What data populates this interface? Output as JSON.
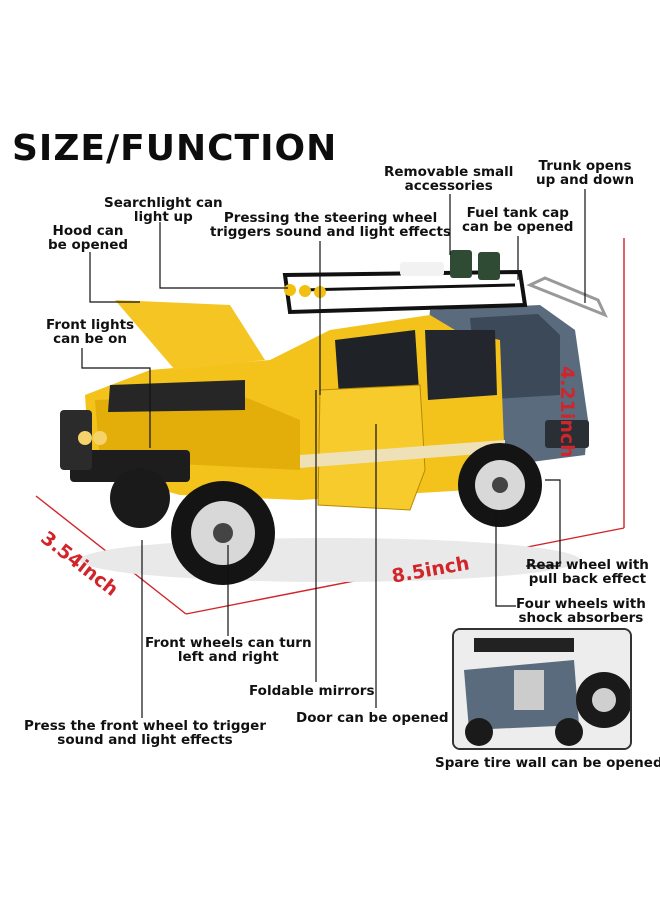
{
  "title": "SIZE/FUNCTION",
  "labels": {
    "searchlight": [
      "Searchlight can",
      "light up"
    ],
    "hood": [
      "Hood can",
      "be opened"
    ],
    "steering": [
      "Pressing the steering wheel",
      "triggers sound and light effects"
    ],
    "removable": [
      "Removable small",
      "accessories"
    ],
    "trunk": [
      "Trunk opens",
      "up and down"
    ],
    "fuel": [
      "Fuel tank cap",
      "can be opened"
    ],
    "front_lights": [
      "Front lights",
      "can be on"
    ],
    "rear_wheel": [
      "Rear wheel with",
      "pull back effect"
    ],
    "four_wheels": [
      "Four wheels with",
      "shock absorbers"
    ],
    "front_wheels": [
      "Front wheels can turn",
      "left and right"
    ],
    "mirrors": [
      "Foldable mirrors"
    ],
    "door": [
      "Door can be opened"
    ],
    "press_front": [
      "Press the front wheel to trigger",
      "sound and light effects"
    ],
    "spare": [
      "Spare tire wall can be opened"
    ]
  },
  "dimensions": {
    "height": "4.21inch",
    "width": "3.54inch",
    "length": "8.5inch"
  },
  "colors": {
    "body_yellow": "#f3c21b",
    "body_blue": "#5a6b7e",
    "dimension_red": "#d0252a",
    "leader_line": "#111111"
  }
}
